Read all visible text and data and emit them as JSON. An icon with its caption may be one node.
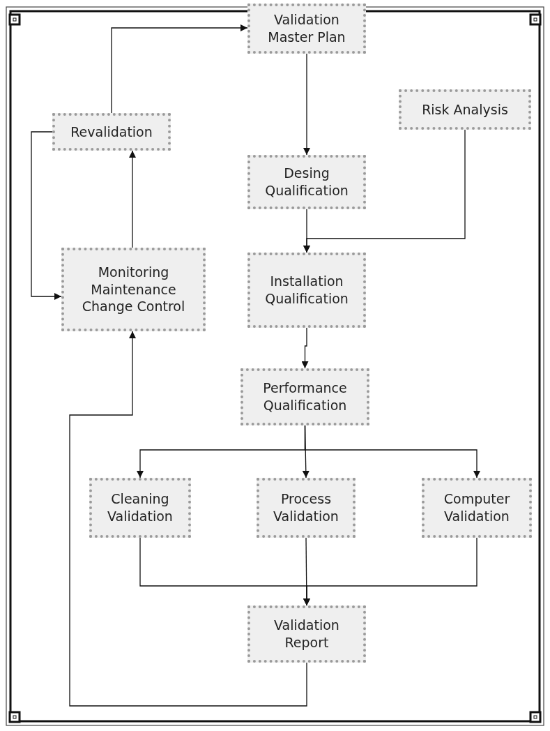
{
  "diagram": {
    "nodes": [
      {
        "text": [
          "Validation Master Plan"
        ]
      },
      {
        "text": [
          "Risk Analysis"
        ]
      },
      {
        "text": [
          "Revalidation"
        ]
      },
      {
        "text": [
          "Desing Qualification"
        ]
      },
      {
        "text": [
          "Monitoring Maintenance Change Control"
        ]
      },
      {
        "text": [
          "Installation Qualification"
        ]
      },
      {
        "text": [
          "Performance Qualification"
        ]
      },
      {
        "text": [
          "Cleaning Validation"
        ]
      },
      {
        "text": [
          "Process Validation"
        ]
      },
      {
        "text": [
          "Computer Validation"
        ]
      },
      {
        "text": [
          "Validation Report"
        ]
      }
    ],
    "edges": [
      {
        "from": 0,
        "to": 3,
        "arrow": "to"
      },
      {
        "from": 3,
        "to": 5,
        "arrow": "to"
      },
      {
        "from": 1,
        "to": 5,
        "arrow": "to"
      },
      {
        "from": 5,
        "to": 6,
        "arrow": "to"
      },
      {
        "from": 6,
        "to": 7,
        "arrow": "to"
      },
      {
        "from": 6,
        "to": 8,
        "arrow": "to"
      },
      {
        "from": 6,
        "to": 9,
        "arrow": "to"
      },
      {
        "from": 7,
        "to": 10,
        "arrow": "to"
      },
      {
        "from": 8,
        "to": 10,
        "arrow": "to"
      },
      {
        "from": 9,
        "to": 10,
        "arrow": "to"
      },
      {
        "from": 10,
        "to": 4,
        "arrow": "to"
      },
      {
        "from": 4,
        "to": 2,
        "arrow": "to"
      },
      {
        "from": 2,
        "to": 0,
        "arrow": "to"
      },
      {
        "from": 2,
        "to": 4,
        "arrow": "to"
      }
    ]
  }
}
